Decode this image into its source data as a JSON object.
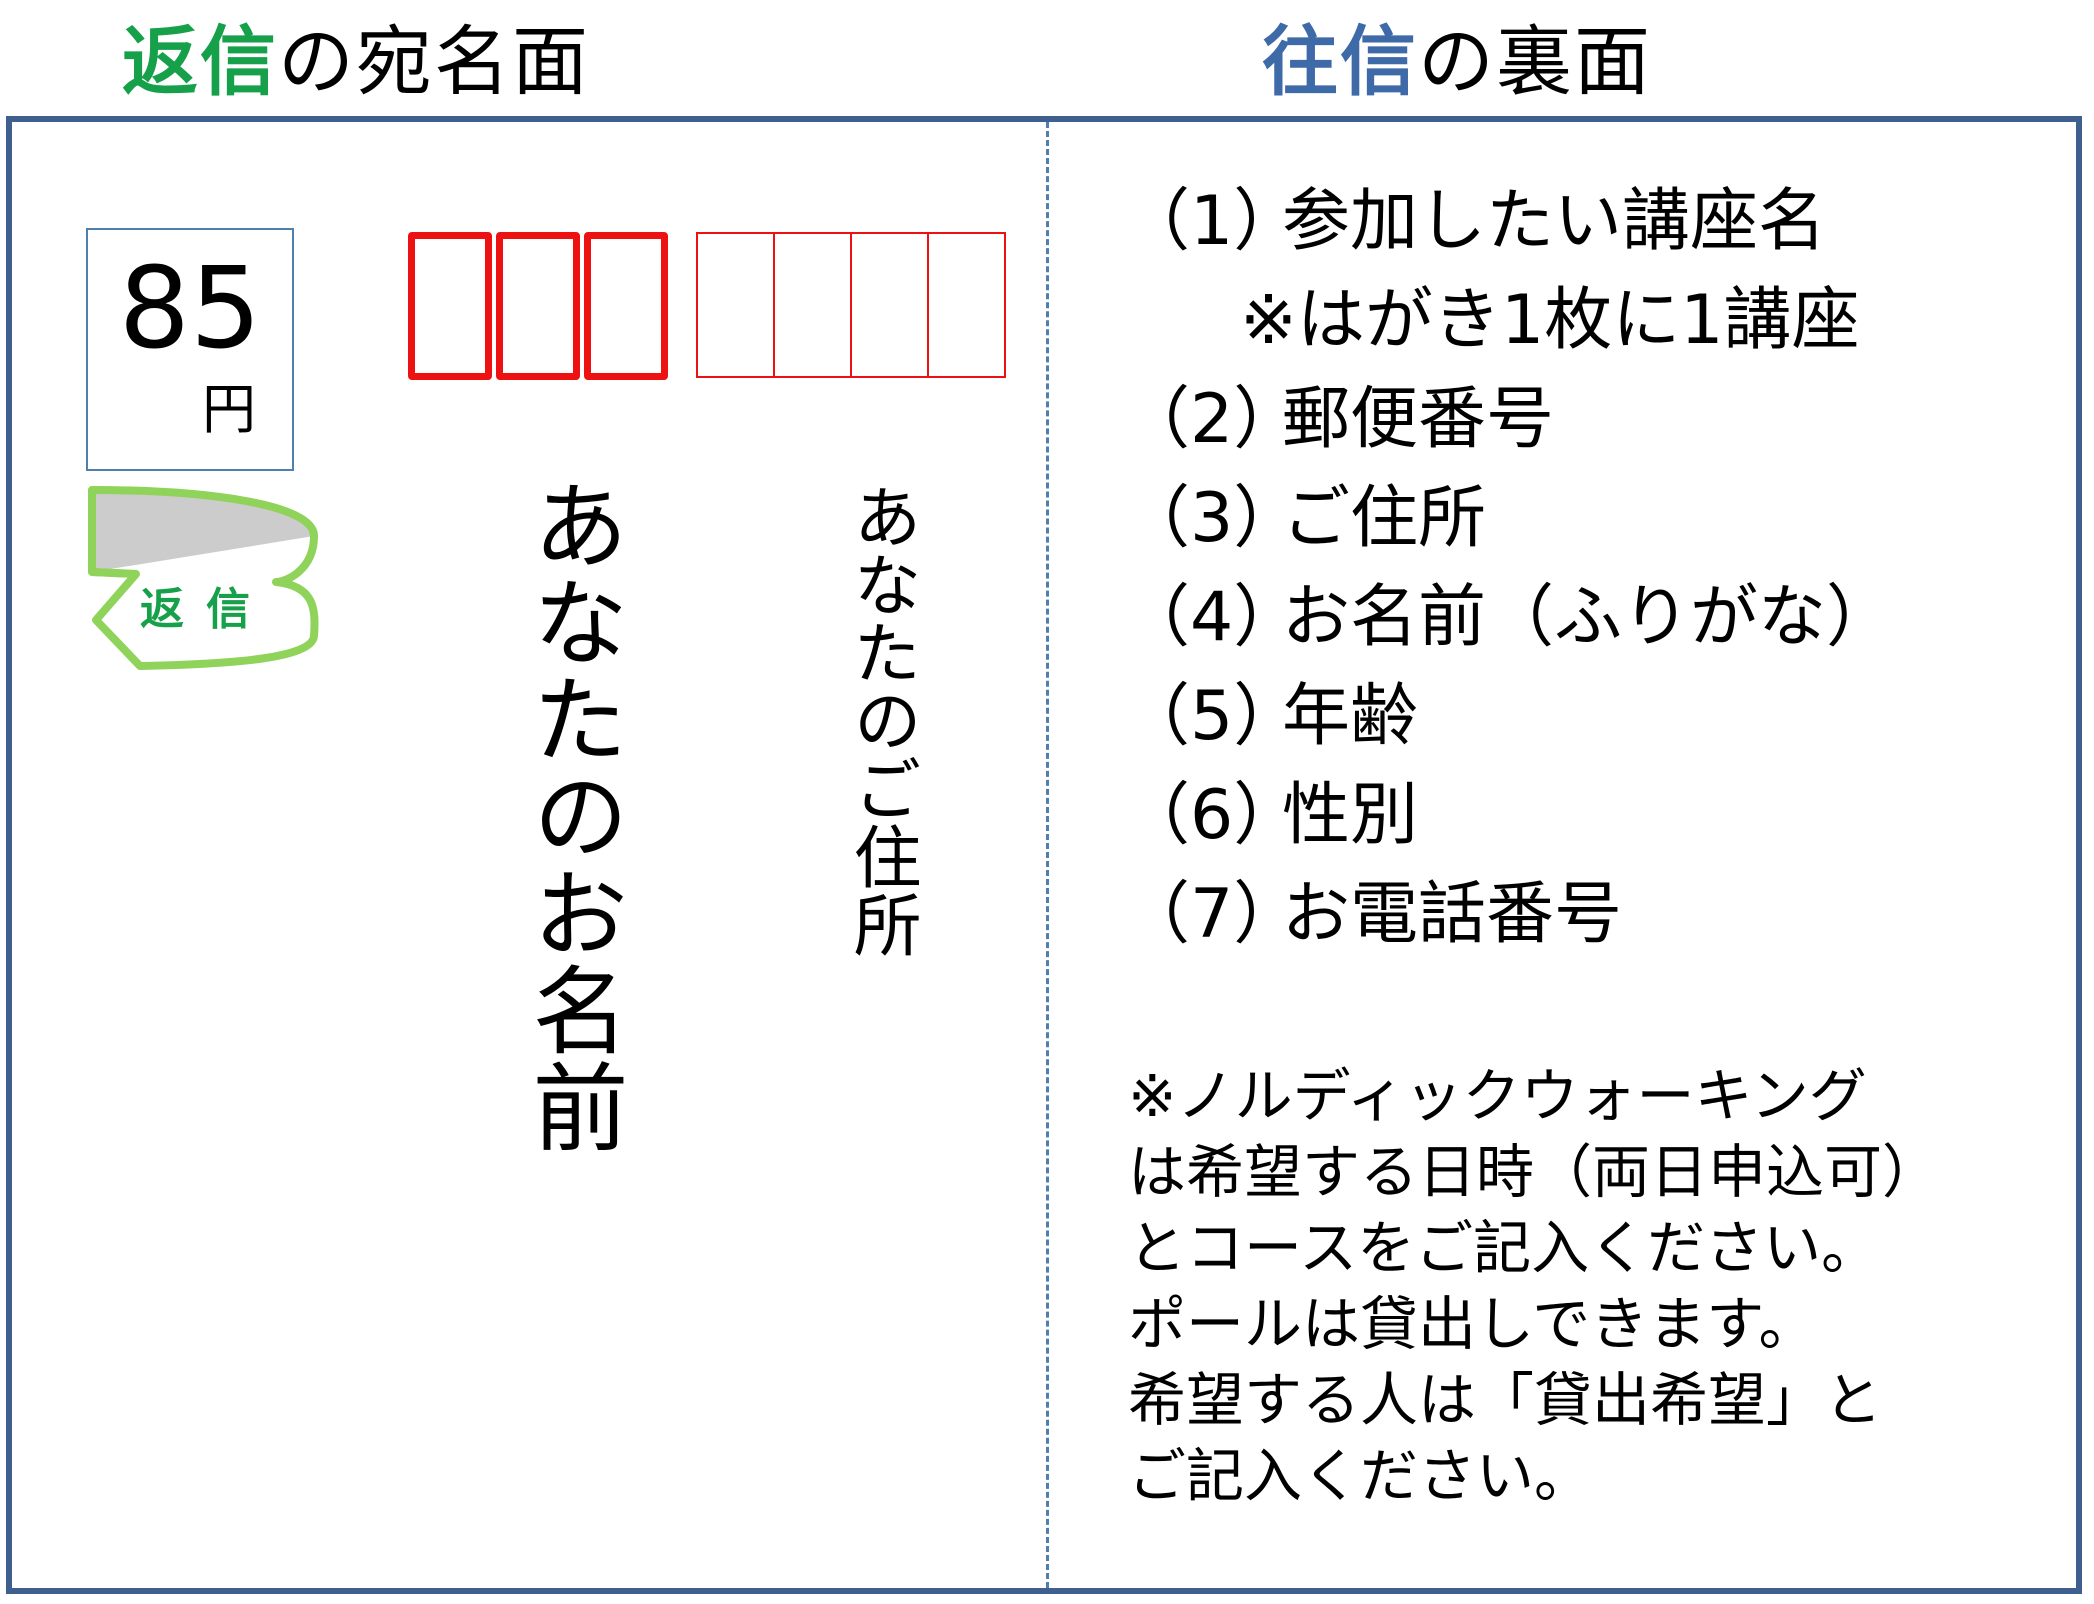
{
  "colors": {
    "reply_accent": "#16a04a",
    "outgoing_accent": "#3f6aa8",
    "frame": "#3f5f8f",
    "zip_box": "#ee1111",
    "stamp_border": "#4f7fae",
    "reply_mark_stroke": "#8fd35a",
    "reply_mark_fill": "#cccccc"
  },
  "left_heading": {
    "accent": "返信",
    "rest": "の宛名面"
  },
  "right_heading": {
    "accent": "往信",
    "rest": "の裏面"
  },
  "stamp": {
    "value": "85",
    "unit": "円"
  },
  "reply_mark": {
    "label": "返信"
  },
  "postal_code_boxes": {
    "large_count": 3,
    "small_count": 4
  },
  "address_side": {
    "name": "あなたのお名前",
    "address": "あなたのご住所"
  },
  "items": [
    {
      "num": "（1）",
      "text": "参加したい講座名"
    },
    {
      "num": "",
      "text": "※はがき1枚に1講座",
      "note": true
    },
    {
      "num": "（2）",
      "text": "郵便番号"
    },
    {
      "num": "（3）",
      "text": "ご住所"
    },
    {
      "num": "（4）",
      "text": "お名前（ふりがな）"
    },
    {
      "num": "（5）",
      "text": "年齢"
    },
    {
      "num": "（6）",
      "text": "性別"
    },
    {
      "num": "（7）",
      "text": "お電話番号"
    }
  ],
  "notice_lines": [
    "※ノルディックウォーキング",
    "は希望する日時（両日申込可）",
    "とコースをご記入ください。",
    "ポールは貸出しできます。",
    "希望する人は「貸出希望」と",
    "ご記入ください。"
  ]
}
